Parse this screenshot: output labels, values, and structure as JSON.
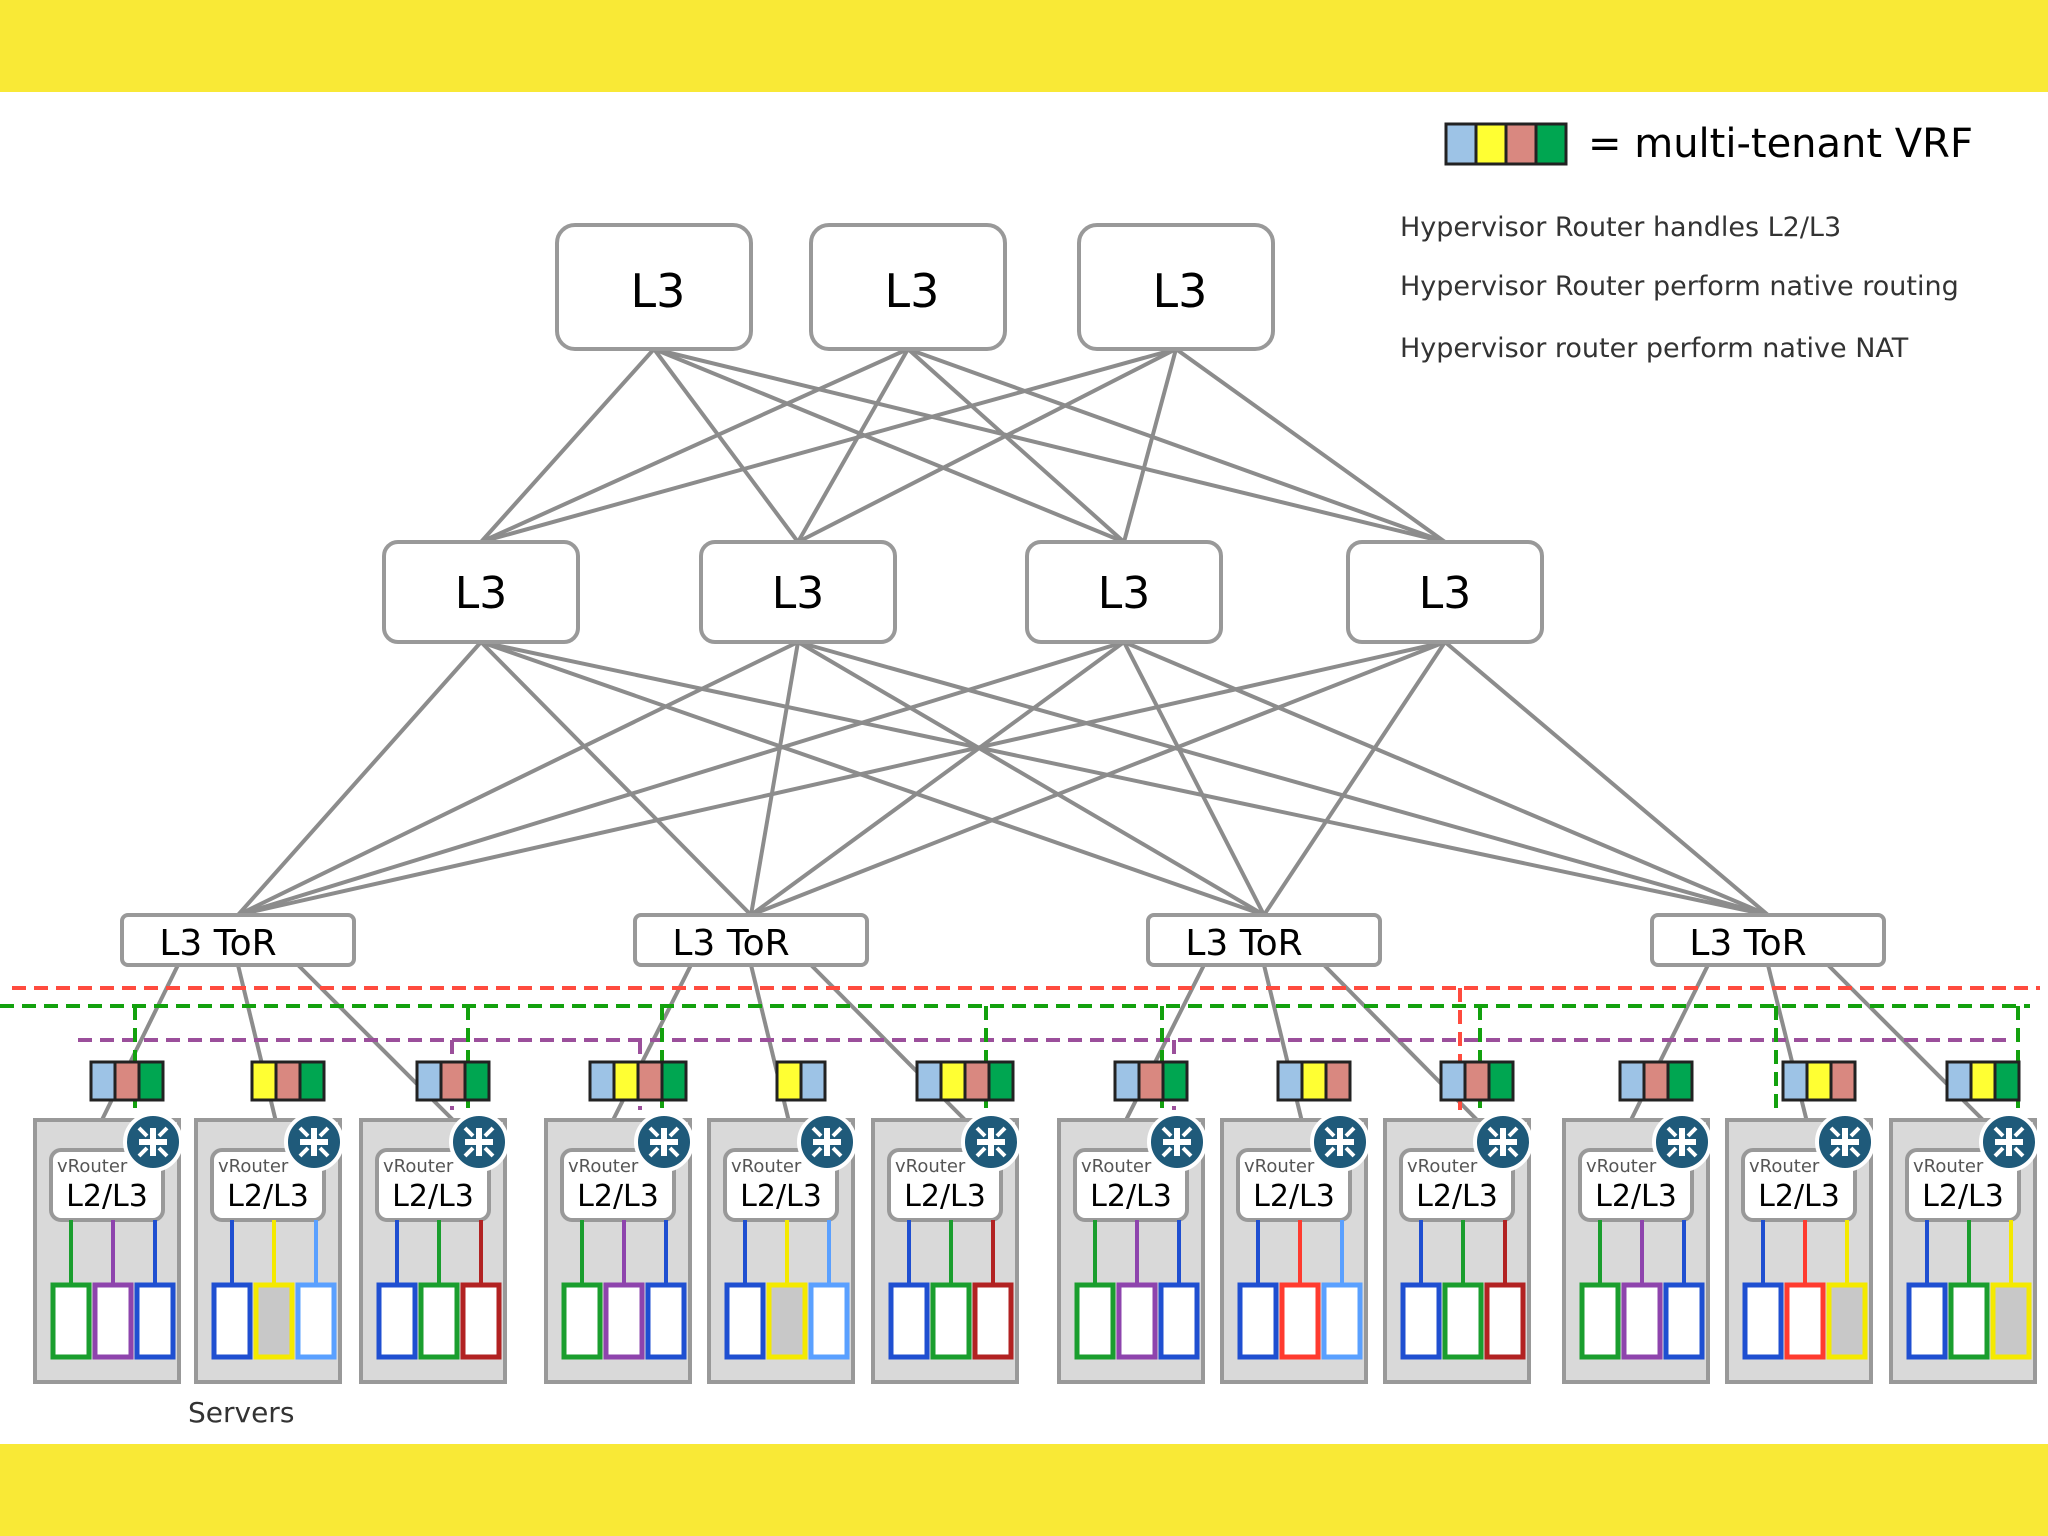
{
  "legend": {
    "text": "= multi-tenant VRF",
    "vrf_colors": [
      "#9dc3e6",
      "#ffff33",
      "#d98880",
      "#00a651"
    ]
  },
  "notes": [
    "Hypervisor Router handles L2/L3",
    "Hypervisor Router perform native routing",
    "Hypervisor router perform native NAT"
  ],
  "spine": {
    "label": "L3",
    "count": 3
  },
  "leaf": {
    "label": "L3",
    "count": 4
  },
  "tor": {
    "label": "L3 ToR",
    "count": 4
  },
  "server": {
    "vrouter_label": "vRouter",
    "layer_label": "L2/L3"
  },
  "servers_caption": "Servers",
  "colors": {
    "banner": "#f9e936",
    "link": "#8c8c8c",
    "box_border": "#999999",
    "server_fill": "#d9d9d9",
    "router_icon": "#1f5a7a",
    "dash_red": "#ff4b3e",
    "dash_green": "#13a10e",
    "dash_purple": "#9b4f9b"
  },
  "vm_palette": {
    "green": "#1a9e2e",
    "purple": "#8e44ad",
    "blue": "#1f4fd1",
    "lightblue": "#5aa0ff",
    "yellow": "#f4e900",
    "red": "#ff3b2f",
    "darkred": "#b22222"
  },
  "servers": [
    {
      "vrf": [
        "blue",
        "red",
        "green"
      ],
      "vms": [
        "green",
        "purple",
        "blue"
      ]
    },
    {
      "vrf": [
        "yellow",
        "red",
        "green"
      ],
      "vms": [
        "blue",
        "yellow",
        "lightblue"
      ]
    },
    {
      "vrf": [
        "blue",
        "red",
        "green"
      ],
      "vms": [
        "blue",
        "green",
        "darkred"
      ]
    },
    {
      "vrf": [
        "blue",
        "yellow",
        "red",
        "green"
      ],
      "vms": [
        "green",
        "purple",
        "blue"
      ]
    },
    {
      "vrf": [
        "yellow",
        "blue"
      ],
      "vms": [
        "blue",
        "yellow",
        "lightblue"
      ]
    },
    {
      "vrf": [
        "blue",
        "yellow",
        "red",
        "green"
      ],
      "vms": [
        "blue",
        "green",
        "darkred"
      ]
    },
    {
      "vrf": [
        "blue",
        "red",
        "green"
      ],
      "vms": [
        "green",
        "purple",
        "blue"
      ]
    },
    {
      "vrf": [
        "blue",
        "yellow",
        "red"
      ],
      "vms": [
        "blue",
        "red",
        "lightblue"
      ]
    },
    {
      "vrf": [
        "blue",
        "red",
        "green"
      ],
      "vms": [
        "blue",
        "green",
        "darkred"
      ]
    },
    {
      "vrf": [
        "blue",
        "red",
        "green"
      ],
      "vms": [
        "green",
        "purple",
        "blue"
      ]
    },
    {
      "vrf": [
        "blue",
        "yellow",
        "red"
      ],
      "vms": [
        "blue",
        "red",
        "yellow"
      ]
    },
    {
      "vrf": [
        "blue",
        "yellow",
        "green"
      ],
      "vms": [
        "blue",
        "green",
        "yellow"
      ]
    }
  ]
}
